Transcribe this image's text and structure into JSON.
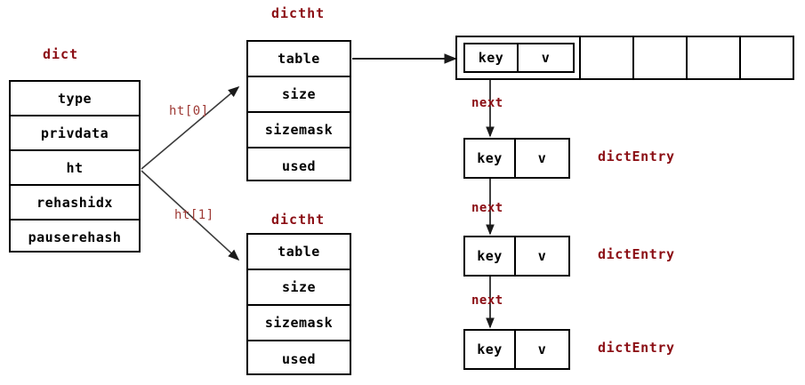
{
  "diagram": {
    "title": "Redis dict / dictht / dictEntry structure",
    "colors": {
      "label_dark_red": "#8B0D13",
      "label_soft_red": "#9E3A35",
      "stroke": "#000000",
      "background": "#ffffff"
    }
  },
  "dict": {
    "title": "dict",
    "fields": [
      {
        "label": "type"
      },
      {
        "label": "privdata"
      },
      {
        "label": "ht"
      },
      {
        "label": "rehashidx"
      },
      {
        "label": "pauserehash"
      }
    ]
  },
  "pointers": {
    "ht0": "ht[0]",
    "ht1": "ht[1]"
  },
  "dictht0": {
    "title": "dictht",
    "fields": [
      {
        "label": "table"
      },
      {
        "label": "size"
      },
      {
        "label": "sizemask"
      },
      {
        "label": "used"
      }
    ]
  },
  "dictht1": {
    "title": "dictht",
    "fields": [
      {
        "label": "table"
      },
      {
        "label": "size"
      },
      {
        "label": "sizemask"
      },
      {
        "label": "used"
      }
    ]
  },
  "bucket_array": {
    "slot_count": 5,
    "slots": [
      {
        "occupied": true
      },
      {
        "occupied": false
      },
      {
        "occupied": false
      },
      {
        "occupied": false
      },
      {
        "occupied": false
      }
    ]
  },
  "entries": [
    {
      "key": "key",
      "value": "v",
      "label": "",
      "next_label": "next"
    },
    {
      "key": "key",
      "value": "v",
      "label": "dictEntry",
      "next_label": "next"
    },
    {
      "key": "key",
      "value": "v",
      "label": "dictEntry",
      "next_label": "next"
    },
    {
      "key": "key",
      "value": "v",
      "label": "dictEntry",
      "next_label": ""
    }
  ]
}
